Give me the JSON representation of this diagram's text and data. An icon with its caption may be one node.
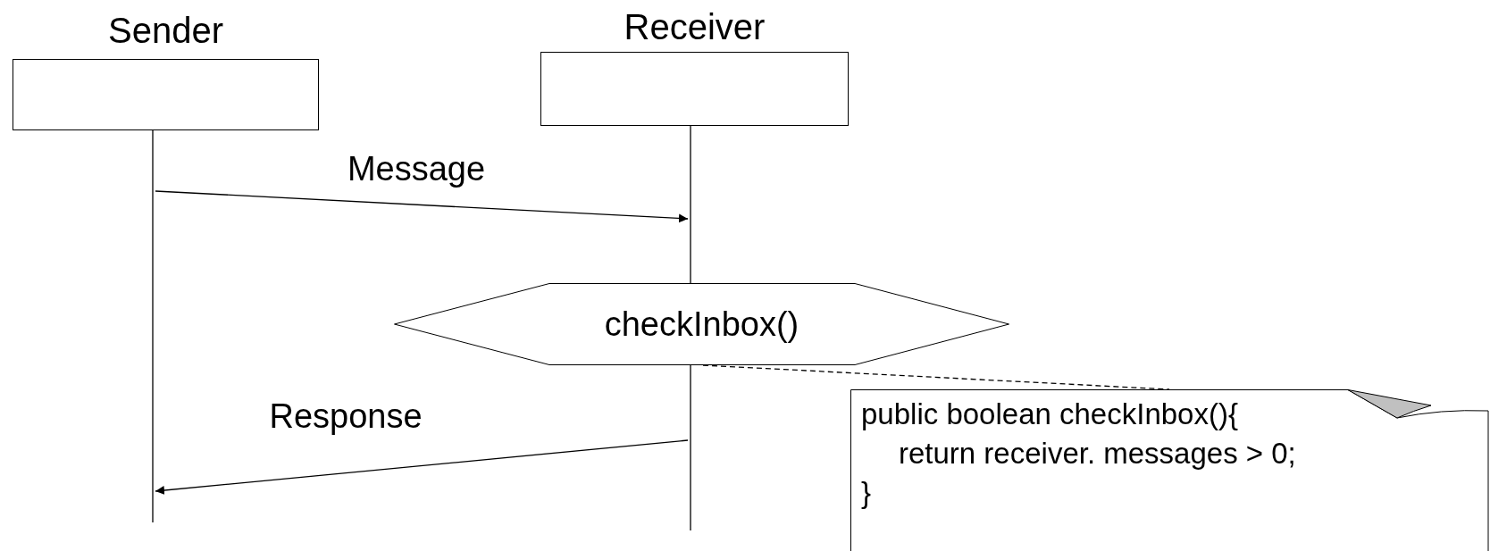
{
  "diagram": {
    "nodes": [
      {
        "text": [
          "Sender"
        ]
      },
      {
        "text": [
          "Receiver"
        ]
      },
      {
        "text": [
          "checkInbox()"
        ]
      },
      {
        "text": [
          "public boolean checkInbox(){",
          "return receiver. messages > 0;",
          "}"
        ]
      },
      {
        "text": [],
        "shape": "line"
      },
      {
        "text": [],
        "shape": "line"
      }
    ],
    "edges": [
      {
        "from": 4,
        "to": 5,
        "arrow": "to",
        "label": "Message"
      },
      {
        "from": 2,
        "to": 3,
        "arrow": "none",
        "style": "dashed"
      },
      {
        "from": 5,
        "to": 4,
        "arrow": "to",
        "label": "Response"
      }
    ]
  }
}
